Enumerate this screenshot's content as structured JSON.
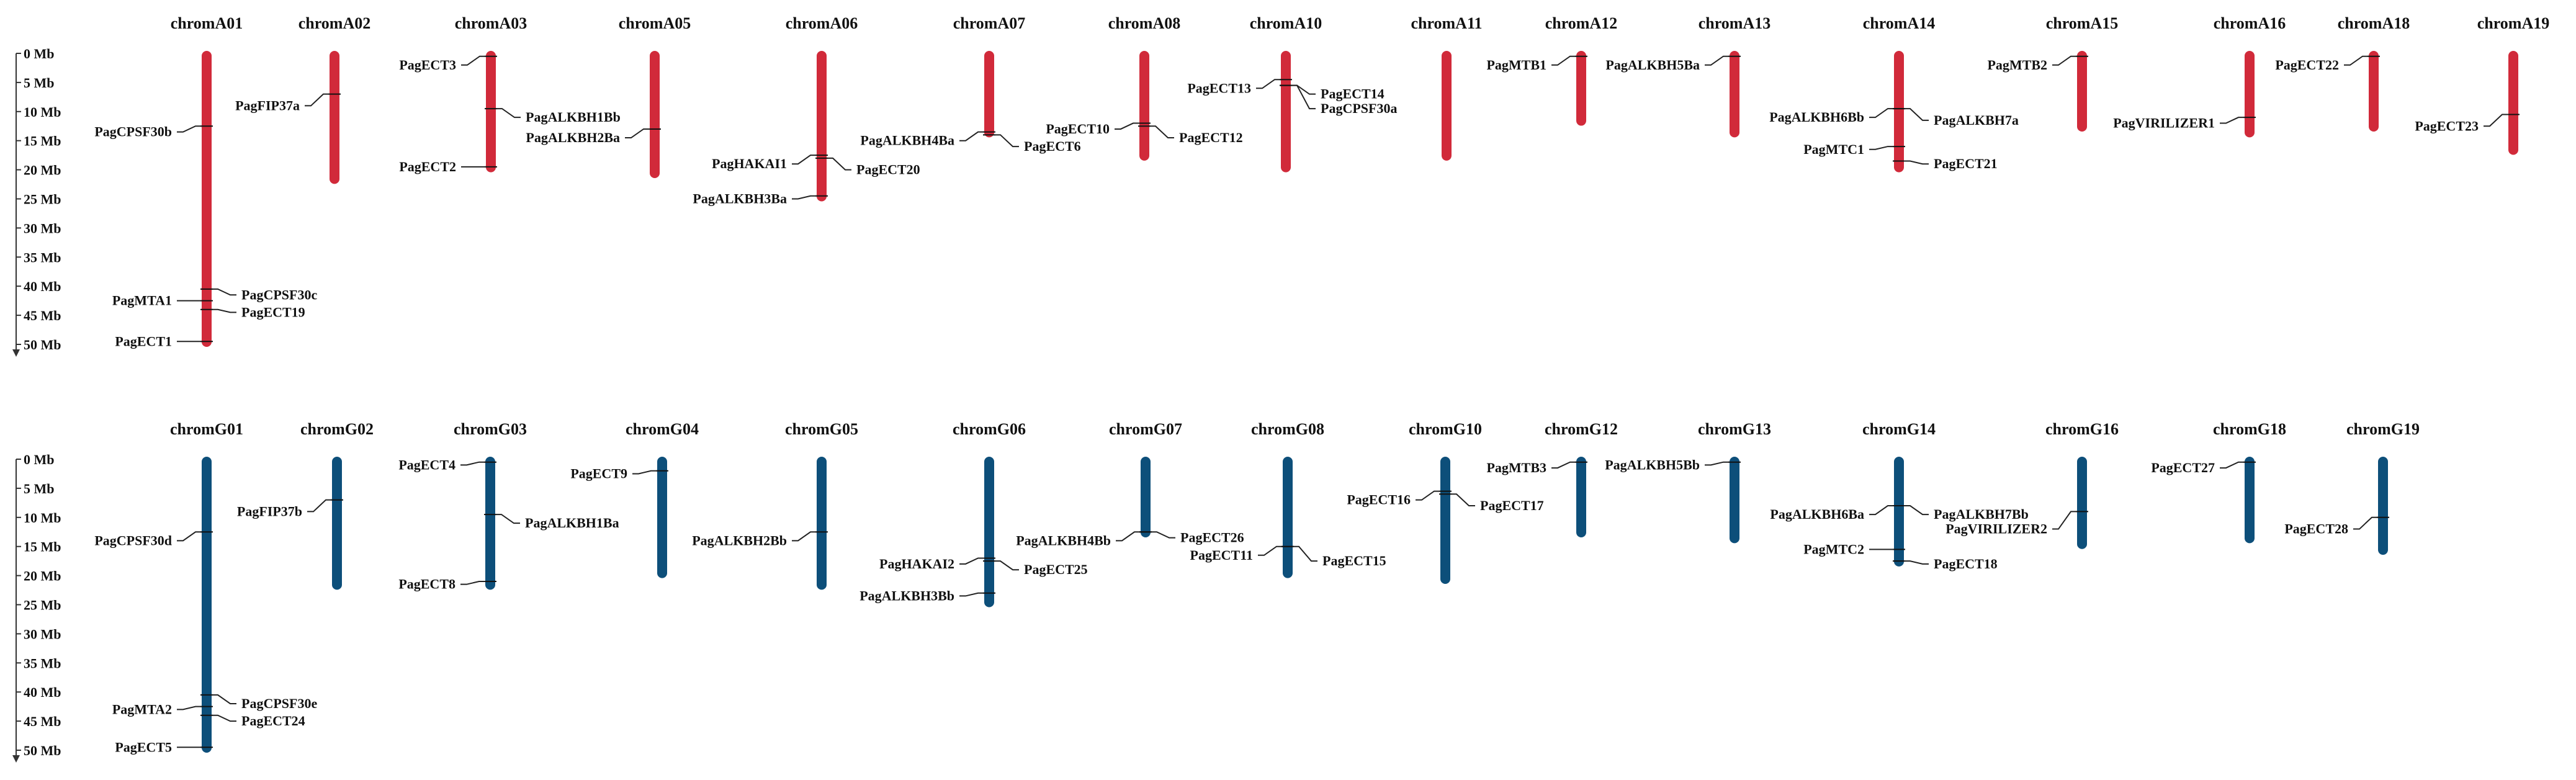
{
  "scale": {
    "unit": "Mb",
    "ticks": [
      {
        "value": 0,
        "label": "0 Mb"
      },
      {
        "value": 5,
        "label": "5 Mb"
      },
      {
        "value": 10,
        "label": "10 Mb"
      },
      {
        "value": 15,
        "label": "15 Mb"
      },
      {
        "value": 20,
        "label": "20 Mb"
      },
      {
        "value": 25,
        "label": "25 Mb"
      },
      {
        "value": 30,
        "label": "30 Mb"
      },
      {
        "value": 35,
        "label": "35 Mb"
      },
      {
        "value": 40,
        "label": "40 Mb"
      },
      {
        "value": 45,
        "label": "45 Mb"
      },
      {
        "value": 50,
        "label": "50 Mb"
      }
    ]
  },
  "colors": {
    "subgenome_A": "#d12a3a",
    "subgenome_G": "#0d4f7a"
  },
  "panels": [
    {
      "id": "A",
      "color_key": "subgenome_A",
      "chromosomes": [
        {
          "name": "chromA01",
          "length": 50,
          "genes": [
            {
              "name": "PagCPSF30b",
              "pos": 12.5,
              "side": "left",
              "label_pos": 13.5
            },
            {
              "name": "PagCPSF30c",
              "pos": 40.5,
              "side": "right",
              "label_pos": 41.5
            },
            {
              "name": "PagMTA1",
              "pos": 42.5,
              "side": "left",
              "label_pos": 42.5
            },
            {
              "name": "PagECT19",
              "pos": 44.0,
              "side": "right",
              "label_pos": 44.5
            },
            {
              "name": "PagECT1",
              "pos": 49.5,
              "side": "left",
              "label_pos": 49.5
            }
          ]
        },
        {
          "name": "chromA02",
          "length": 22,
          "genes": [
            {
              "name": "PagFIP37a",
              "pos": 7.0,
              "side": "left",
              "label_pos": 9.0
            }
          ]
        },
        {
          "name": "chromA03",
          "length": 20,
          "genes": [
            {
              "name": "PagECT3",
              "pos": 0.5,
              "side": "left",
              "label_pos": 2.0
            },
            {
              "name": "PagALKBH1Bb",
              "pos": 9.5,
              "side": "right",
              "label_pos": 11.0
            },
            {
              "name": "PagECT2",
              "pos": 19.5,
              "side": "left",
              "label_pos": 19.5
            }
          ]
        },
        {
          "name": "chromA05",
          "length": 21,
          "genes": [
            {
              "name": "PagALKBH2Ba",
              "pos": 13.0,
              "side": "left",
              "label_pos": 14.5
            }
          ]
        },
        {
          "name": "chromA06",
          "length": 25,
          "genes": [
            {
              "name": "PagHAKAI1",
              "pos": 17.5,
              "side": "left",
              "label_pos": 19.0
            },
            {
              "name": "PagECT20",
              "pos": 18.0,
              "side": "right",
              "label_pos": 20.0
            },
            {
              "name": "PagALKBH3Ba",
              "pos": 24.5,
              "side": "left",
              "label_pos": 25.0
            }
          ]
        },
        {
          "name": "chromA07",
          "length": 14,
          "genes": [
            {
              "name": "PagALKBH4Ba",
              "pos": 13.5,
              "side": "left",
              "label_pos": 15.0
            },
            {
              "name": "PagECT6",
              "pos": 14.0,
              "side": "right",
              "label_pos": 16.0
            }
          ]
        },
        {
          "name": "chromA08",
          "length": 18,
          "genes": [
            {
              "name": "PagECT10",
              "pos": 12.0,
              "side": "left",
              "label_pos": 13.0
            },
            {
              "name": "PagECT12",
              "pos": 12.5,
              "side": "right",
              "label_pos": 14.5
            }
          ]
        },
        {
          "name": "chromA10",
          "length": 20,
          "genes": [
            {
              "name": "PagECT13",
              "pos": 4.5,
              "side": "left",
              "label_pos": 6.0
            },
            {
              "name": "PagECT14",
              "pos": 5.5,
              "side": "right",
              "label_pos": 7.0
            },
            {
              "name": "PagCPSF30a",
              "pos": 5.5,
              "side": "right",
              "label_pos": 9.5
            }
          ]
        },
        {
          "name": "chromA11",
          "length": 18,
          "genes": []
        },
        {
          "name": "chromA12",
          "length": 12,
          "genes": [
            {
              "name": "PagMTB1",
              "pos": 0.5,
              "side": "left",
              "label_pos": 2.0
            }
          ]
        },
        {
          "name": "chromA13",
          "length": 14,
          "genes": [
            {
              "name": "PagALKBH5Ba",
              "pos": 0.5,
              "side": "left",
              "label_pos": 2.0
            }
          ]
        },
        {
          "name": "chromA14",
          "length": 20,
          "genes": [
            {
              "name": "PagALKBH6Bb",
              "pos": 9.5,
              "side": "left",
              "label_pos": 11.0
            },
            {
              "name": "PagALKBH7a",
              "pos": 9.5,
              "side": "right",
              "label_pos": 11.5
            },
            {
              "name": "PagMTC1",
              "pos": 16.0,
              "side": "left",
              "label_pos": 16.5
            },
            {
              "name": "PagECT21",
              "pos": 18.5,
              "side": "right",
              "label_pos": 19.0
            }
          ]
        },
        {
          "name": "chromA15",
          "length": 13,
          "genes": [
            {
              "name": "PagMTB2",
              "pos": 0.5,
              "side": "left",
              "label_pos": 2.0
            }
          ]
        },
        {
          "name": "chromA16",
          "length": 14,
          "genes": [
            {
              "name": "PagVIRILIZER1",
              "pos": 11.0,
              "side": "left",
              "label_pos": 12.0
            }
          ]
        },
        {
          "name": "chromA18",
          "length": 13,
          "genes": [
            {
              "name": "PagECT22",
              "pos": 0.5,
              "side": "left",
              "label_pos": 2.0
            }
          ]
        },
        {
          "name": "chromA19",
          "length": 17,
          "genes": [
            {
              "name": "PagECT23",
              "pos": 10.5,
              "side": "left",
              "label_pos": 12.5
            }
          ]
        }
      ]
    },
    {
      "id": "G",
      "color_key": "subgenome_G",
      "chromosomes": [
        {
          "name": "chromG01",
          "length": 50,
          "genes": [
            {
              "name": "PagCPSF30d",
              "pos": 12.5,
              "side": "left",
              "label_pos": 14.0
            },
            {
              "name": "PagCPSF30e",
              "pos": 40.5,
              "side": "right",
              "label_pos": 42.0
            },
            {
              "name": "PagMTA2",
              "pos": 42.5,
              "side": "left",
              "label_pos": 43.0
            },
            {
              "name": "PagECT24",
              "pos": 44.0,
              "side": "right",
              "label_pos": 45.0
            },
            {
              "name": "PagECT5",
              "pos": 49.5,
              "side": "left",
              "label_pos": 49.5
            }
          ]
        },
        {
          "name": "chromG02",
          "length": 22,
          "genes": [
            {
              "name": "PagFIP37b",
              "pos": 7.0,
              "side": "left",
              "label_pos": 9.0
            }
          ]
        },
        {
          "name": "chromG03",
          "length": 22,
          "genes": [
            {
              "name": "PagECT4",
              "pos": 0.5,
              "side": "left",
              "label_pos": 1.0
            },
            {
              "name": "PagALKBH1Ba",
              "pos": 9.5,
              "side": "right",
              "label_pos": 11.0
            },
            {
              "name": "PagECT8",
              "pos": 21.0,
              "side": "left",
              "label_pos": 21.5
            }
          ]
        },
        {
          "name": "chromG04",
          "length": 20,
          "genes": [
            {
              "name": "PagECT9",
              "pos": 2.0,
              "side": "left",
              "label_pos": 2.5
            }
          ]
        },
        {
          "name": "chromG05",
          "length": 22,
          "genes": [
            {
              "name": "PagALKBH2Bb",
              "pos": 12.5,
              "side": "left",
              "label_pos": 14.0
            }
          ]
        },
        {
          "name": "chromG06",
          "length": 25,
          "genes": [
            {
              "name": "PagHAKAI2",
              "pos": 17.0,
              "side": "left",
              "label_pos": 18.0
            },
            {
              "name": "PagECT25",
              "pos": 17.5,
              "side": "right",
              "label_pos": 19.0
            },
            {
              "name": "PagALKBH3Bb",
              "pos": 23.0,
              "side": "left",
              "label_pos": 23.5
            }
          ]
        },
        {
          "name": "chromG07",
          "length": 13,
          "genes": [
            {
              "name": "PagALKBH4Bb",
              "pos": 12.5,
              "side": "left",
              "label_pos": 14.0
            },
            {
              "name": "PagECT26",
              "pos": 12.5,
              "side": "right",
              "label_pos": 13.5
            }
          ]
        },
        {
          "name": "chromG08",
          "length": 20,
          "genes": [
            {
              "name": "PagECT11",
              "pos": 15.0,
              "side": "left",
              "label_pos": 16.5
            },
            {
              "name": "PagECT15",
              "pos": 15.0,
              "side": "right",
              "label_pos": 17.5
            }
          ]
        },
        {
          "name": "chromG10",
          "length": 21,
          "genes": [
            {
              "name": "PagECT16",
              "pos": 5.5,
              "side": "left",
              "label_pos": 7.0
            },
            {
              "name": "PagECT17",
              "pos": 6.0,
              "side": "right",
              "label_pos": 8.0
            }
          ]
        },
        {
          "name": "chromG12",
          "length": 13,
          "genes": [
            {
              "name": "PagMTB3",
              "pos": 0.5,
              "side": "left",
              "label_pos": 1.5
            }
          ]
        },
        {
          "name": "chromG13",
          "length": 14,
          "genes": [
            {
              "name": "PagALKBH5Bb",
              "pos": 0.5,
              "side": "left",
              "label_pos": 1.0
            }
          ]
        },
        {
          "name": "chromG14",
          "length": 18,
          "genes": [
            {
              "name": "PagALKBH6Ba",
              "pos": 8.0,
              "side": "left",
              "label_pos": 9.5
            },
            {
              "name": "PagALKBH7Bb",
              "pos": 8.0,
              "side": "right",
              "label_pos": 9.5
            },
            {
              "name": "PagMTC2",
              "pos": 15.5,
              "side": "left",
              "label_pos": 15.5
            },
            {
              "name": "PagECT18",
              "pos": 17.5,
              "side": "right",
              "label_pos": 18.0
            }
          ]
        },
        {
          "name": "chromG16",
          "length": 15,
          "genes": [
            {
              "name": "PagVIRILIZER2",
              "pos": 9.0,
              "side": "left",
              "label_pos": 12.0
            }
          ]
        },
        {
          "name": "chromG18",
          "length": 14,
          "genes": [
            {
              "name": "PagECT27",
              "pos": 0.5,
              "side": "left",
              "label_pos": 1.5
            }
          ]
        },
        {
          "name": "chromG19",
          "length": 16,
          "genes": [
            {
              "name": "PagECT28",
              "pos": 10.0,
              "side": "left",
              "label_pos": 12.0
            }
          ]
        }
      ]
    }
  ]
}
